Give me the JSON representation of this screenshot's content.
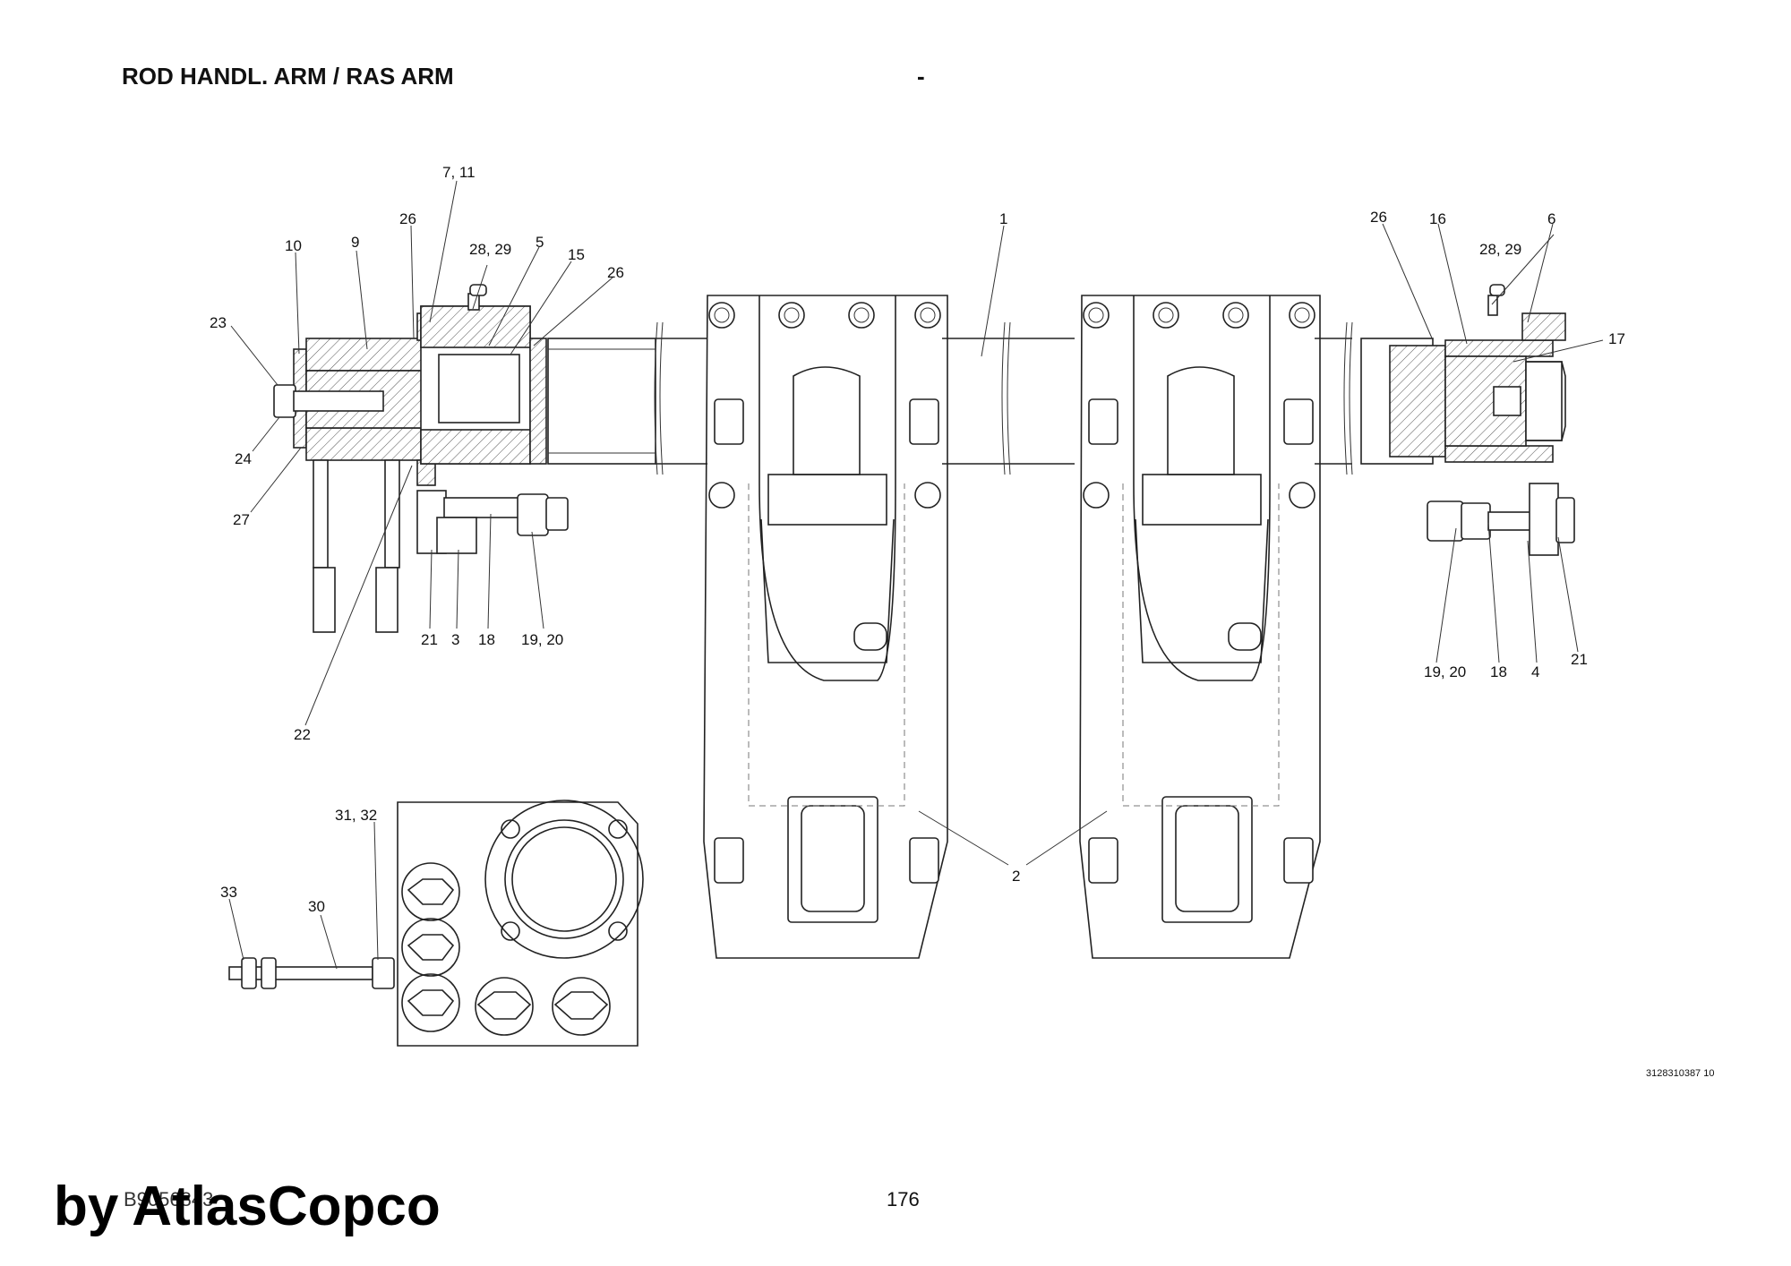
{
  "header": {
    "title": "ROD HANDL. ARM / RAS ARM",
    "separator": "-"
  },
  "callouts": [
    {
      "id": "c-7-11",
      "text": "7, 11"
    },
    {
      "id": "c-1",
      "text": "1"
    },
    {
      "id": "c-26a",
      "text": "26"
    },
    {
      "id": "c-10",
      "text": "10"
    },
    {
      "id": "c-9",
      "text": "9"
    },
    {
      "id": "c-28-29a",
      "text": "28, 29"
    },
    {
      "id": "c-5",
      "text": "5"
    },
    {
      "id": "c-15",
      "text": "15"
    },
    {
      "id": "c-26b",
      "text": "26"
    },
    {
      "id": "c-23",
      "text": "23"
    },
    {
      "id": "c-24",
      "text": "24"
    },
    {
      "id": "c-27",
      "text": "27"
    },
    {
      "id": "c-21a",
      "text": "21"
    },
    {
      "id": "c-3",
      "text": "3"
    },
    {
      "id": "c-18a",
      "text": "18"
    },
    {
      "id": "c-19-20a",
      "text": "19, 20"
    },
    {
      "id": "c-22",
      "text": "22"
    },
    {
      "id": "c-26c",
      "text": "26"
    },
    {
      "id": "c-16",
      "text": "16"
    },
    {
      "id": "c-6",
      "text": "6"
    },
    {
      "id": "c-28-29b",
      "text": "28, 29"
    },
    {
      "id": "c-17",
      "text": "17"
    },
    {
      "id": "c-19-20b",
      "text": "19, 20"
    },
    {
      "id": "c-18b",
      "text": "18"
    },
    {
      "id": "c-4",
      "text": "4"
    },
    {
      "id": "c-21b",
      "text": "21"
    },
    {
      "id": "c-2",
      "text": "2"
    },
    {
      "id": "c-31-32",
      "text": "31, 32"
    },
    {
      "id": "c-33",
      "text": "33"
    },
    {
      "id": "c-30",
      "text": "30"
    }
  ],
  "footer": {
    "drawing_code": "3128310387 10",
    "page_number": "176",
    "part_number": "B9056843",
    "watermark": "by AtlasCopco"
  }
}
